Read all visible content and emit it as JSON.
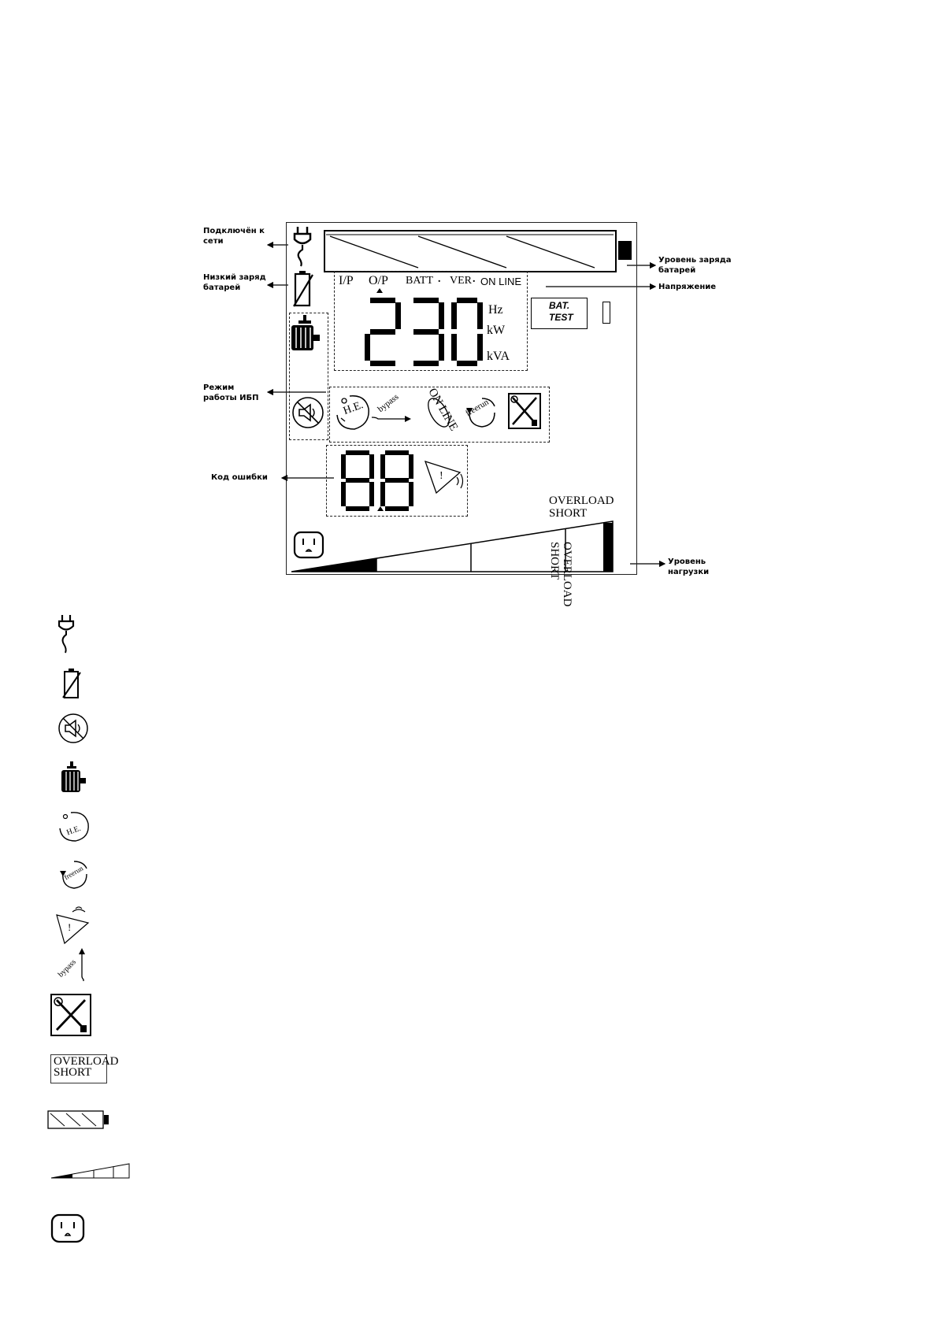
{
  "callouts": {
    "mains": "Подключён к сети",
    "low_battery": "Низкий заряд батарей",
    "ups_mode": "Режим работы ИБП",
    "error_code": "Код ошибки",
    "battery_level": "Уровень заряда батарей",
    "voltage": "Напряжение",
    "load_level": "Уровень нагрузки"
  },
  "lcd": {
    "indicators": [
      "I/P",
      "O/P",
      "BATT",
      "VER",
      "ON LINE"
    ],
    "main_value": "230",
    "units": [
      "Hz",
      "kW",
      "kVA"
    ],
    "bat_test": [
      "BAT.",
      "TEST"
    ],
    "error_digits": "88",
    "modes": {
      "he": "H.E.",
      "bypass": "bypass",
      "online": "ON LINE",
      "freerun": "freerun"
    },
    "overload_short": [
      "OVERLOAD",
      "SHORT"
    ]
  },
  "legend": {
    "icons": [
      "plug-icon",
      "low-battery-icon",
      "mute-icon",
      "generator-icon",
      "he-mode-icon",
      "freerun-icon",
      "warning-icon",
      "bypass-icon",
      "maintenance-icon",
      "overload-short-icon",
      "battery-level-icon",
      "load-level-icon",
      "outlet-icon"
    ],
    "overload": "OVERLOAD",
    "short": "SHORT",
    "bypass": "bypass",
    "he": "H.E.",
    "freerun": "freerun"
  },
  "colors": {
    "ink": "#000000",
    "background": "#ffffff"
  }
}
